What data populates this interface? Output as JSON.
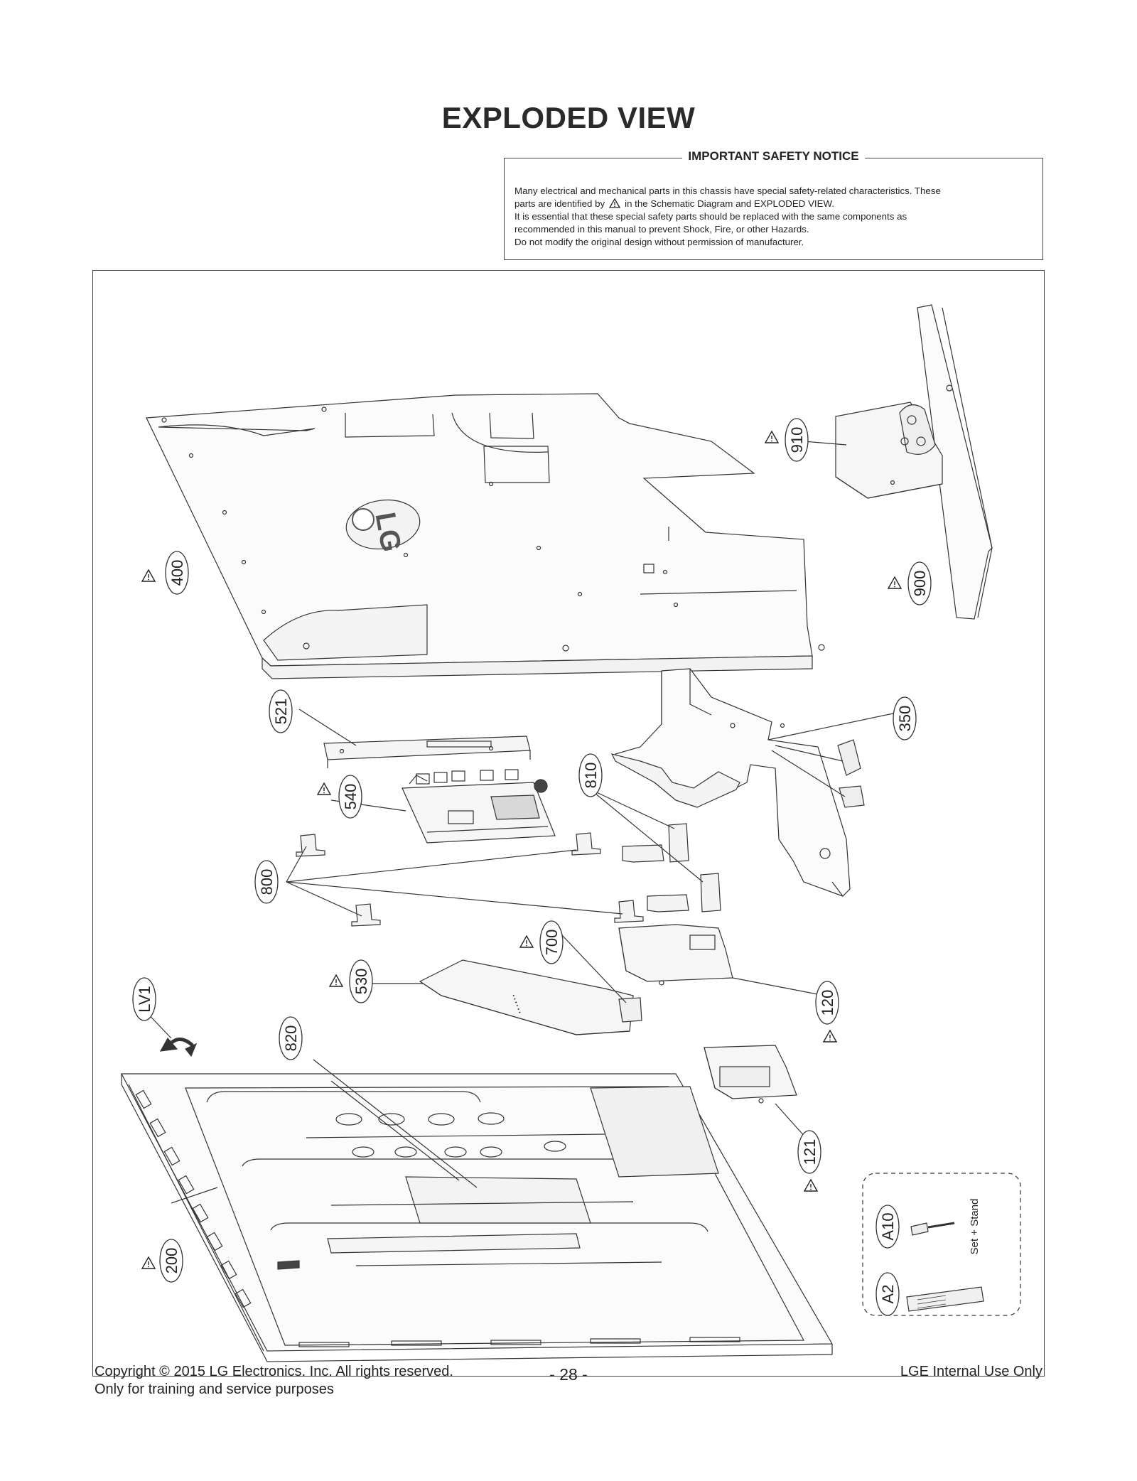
{
  "title": "EXPLODED VIEW",
  "notice": {
    "heading": "IMPORTANT SAFETY NOTICE",
    "line1": "Many electrical and mechanical parts in this chassis have special safety-related characteristics. These",
    "line2a": "parts are identified by",
    "line2b": "in the Schematic Diagram and EXPLODED VIEW.",
    "line3": "It is essential that these special safety parts should be replaced with the same components as",
    "line4": "recommended in this manual to prevent Shock, Fire, or other Hazards.",
    "line5": "Do not modify the original design without permission of manufacturer."
  },
  "parts": {
    "p910": "910",
    "p400": "400",
    "p900": "900",
    "p521": "521",
    "p350": "350",
    "p540": "540",
    "p810": "810",
    "p800": "800",
    "p700": "700",
    "p530": "530",
    "p120": "120",
    "plv1": "LV1",
    "p820": "820",
    "p121": "121",
    "p200": "200",
    "pa10": "A10",
    "pa2": "A2"
  },
  "accessory_caption": "Set + Stand",
  "logo_text": "LG",
  "footer": {
    "copyright": "Copyright  © 2015 LG Electronics. Inc. All rights reserved.",
    "training": "Only for training and service purposes",
    "page": "- 28 -",
    "internal": "LGE Internal Use Only"
  }
}
